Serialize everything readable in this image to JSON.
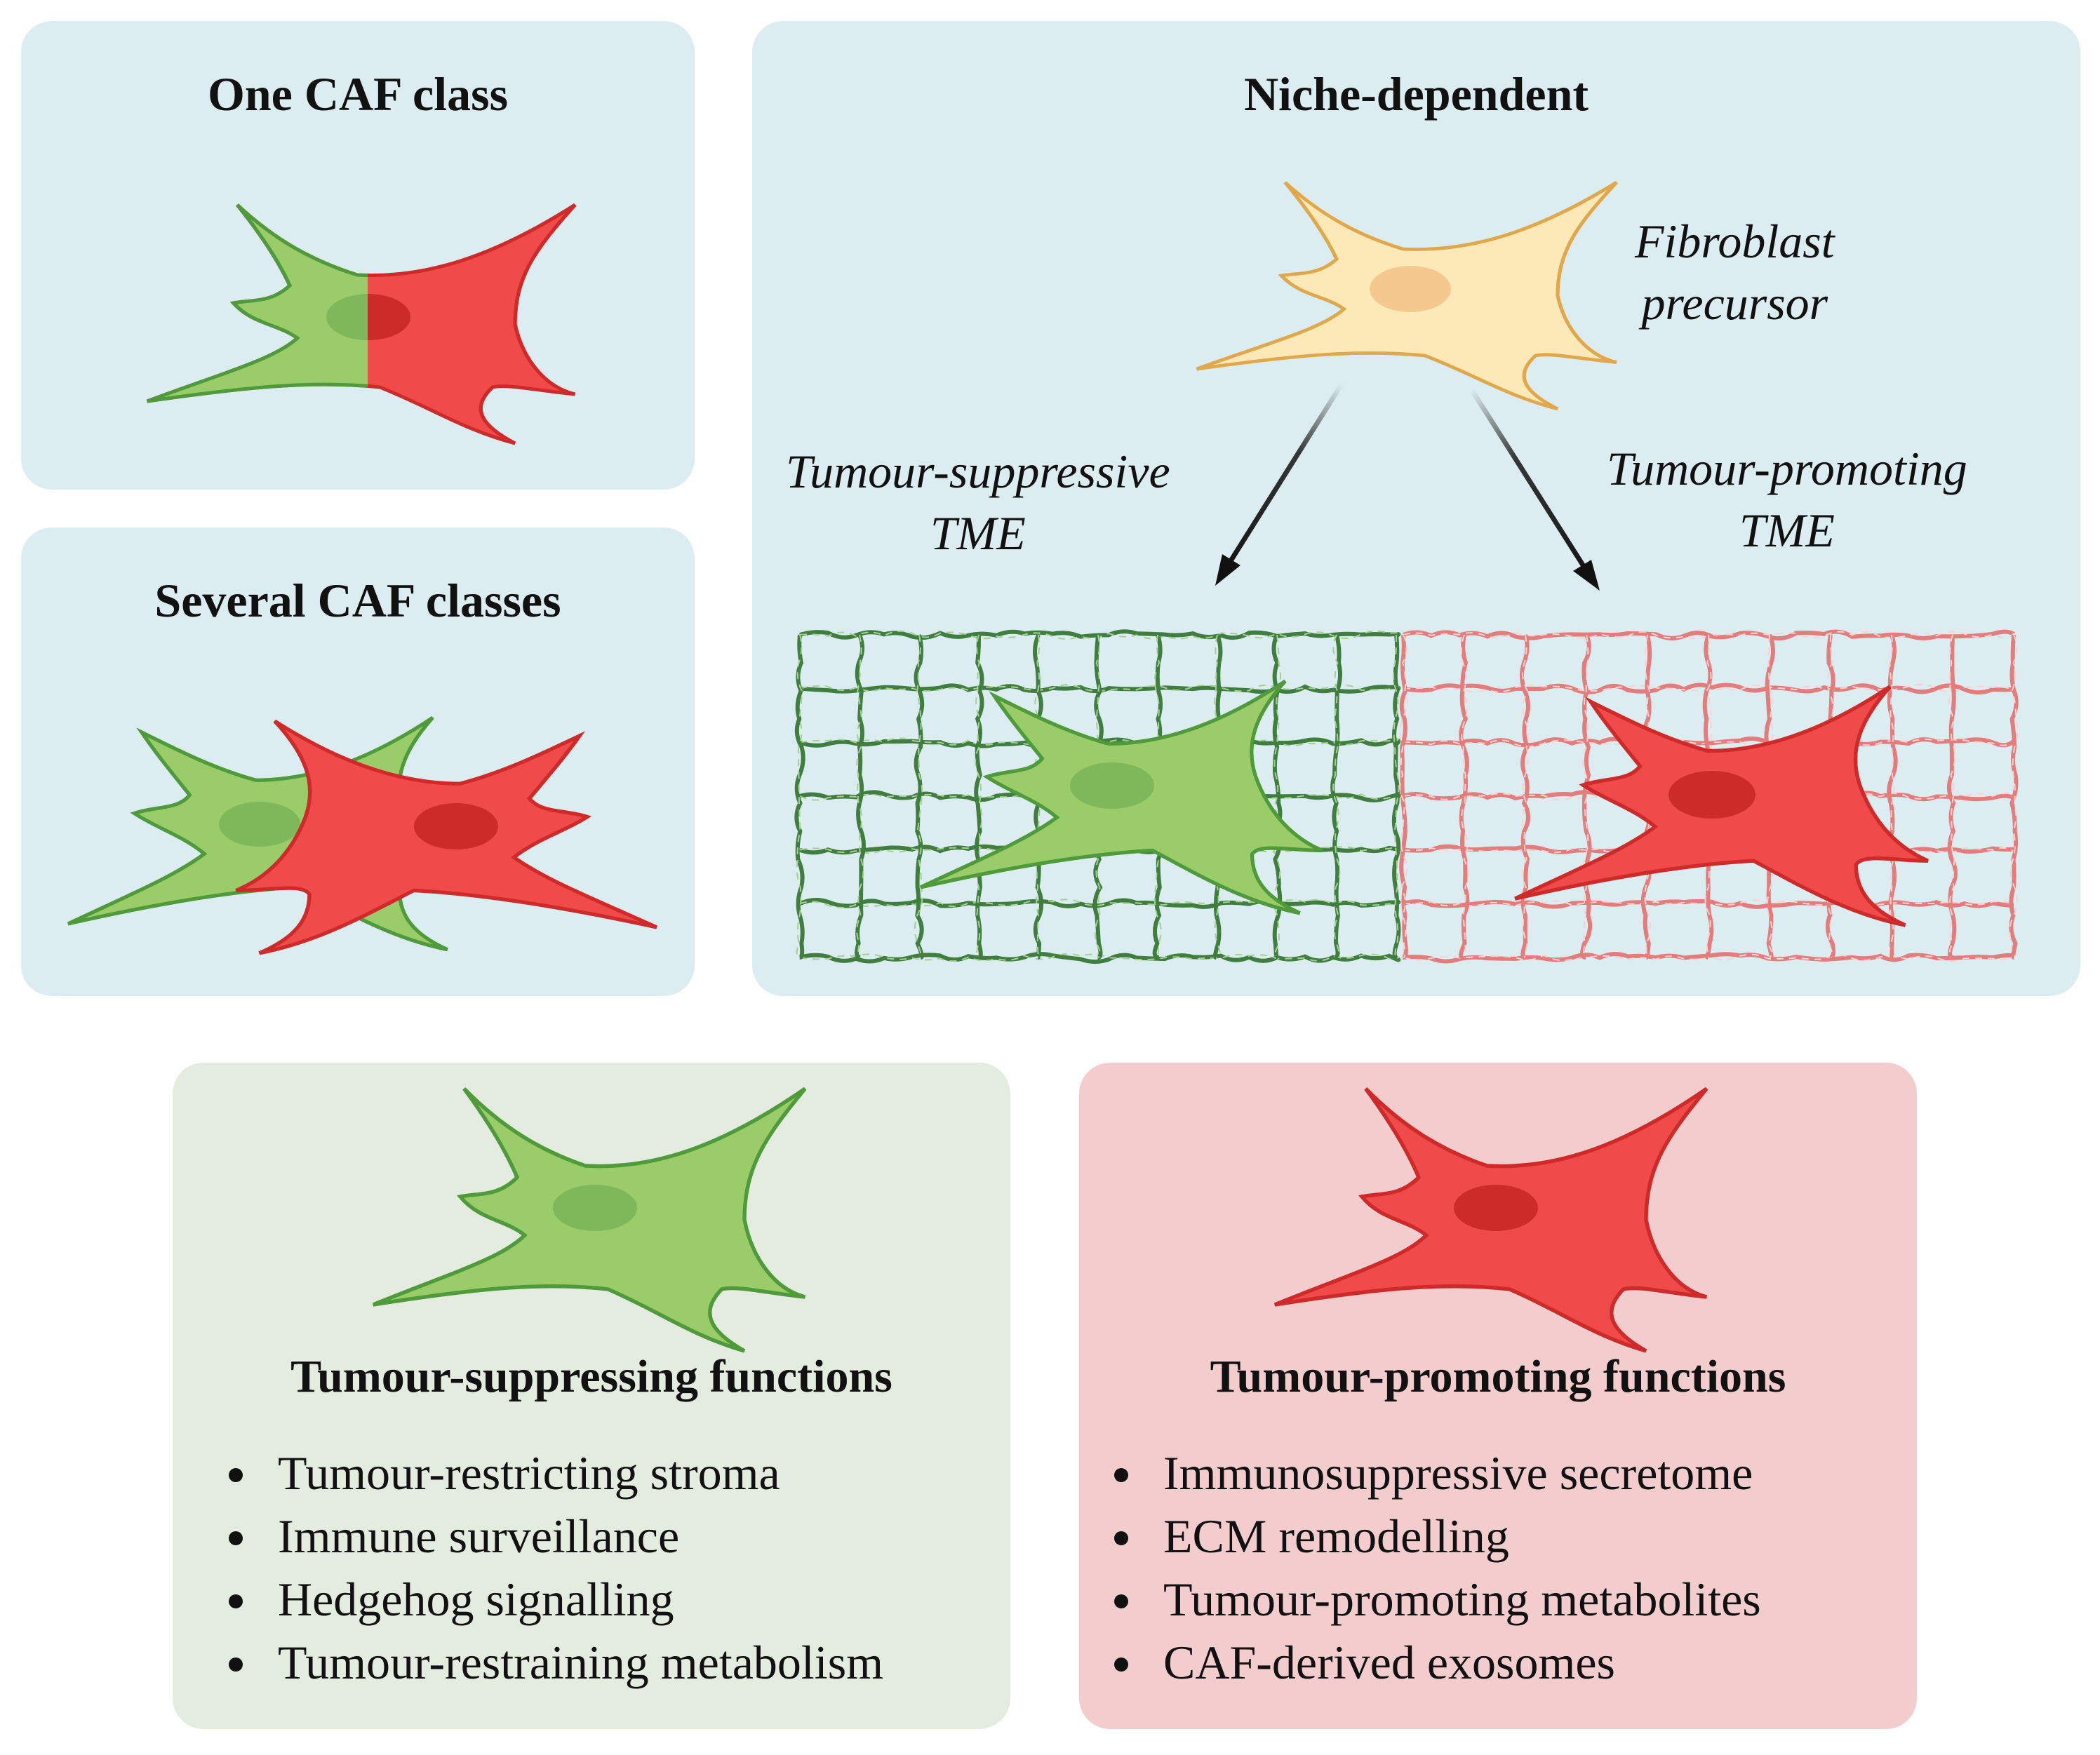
{
  "colors": {
    "panel_blue": "#dcedf2",
    "panel_green": "#e4ecdf",
    "panel_red": "#f3cdcd",
    "cell_green": "#9bcc6a",
    "cell_red": "#ef4b4b",
    "cell_precursor": "#fde9b8"
  },
  "panels": {
    "one_caf": {
      "title": "One CAF class"
    },
    "several_caf": {
      "title": "Several CAF classes"
    },
    "niche": {
      "title": "Niche-dependent",
      "precursor_label_line1": "Fibroblast",
      "precursor_label_line2": "precursor",
      "left_label_line1": "Tumour-suppressive",
      "left_label_line2": "TME",
      "right_label_line1": "Tumour-promoting",
      "right_label_line2": "TME"
    }
  },
  "suppressing": {
    "title": "Tumour-suppressing functions",
    "items": [
      "Tumour-restricting stroma",
      "Immune surveillance",
      "Hedgehog signalling",
      "Tumour-restraining metabolism"
    ]
  },
  "promoting": {
    "title": "Tumour-promoting functions",
    "items": [
      "Immunosuppressive secretome",
      "ECM remodelling",
      "Tumour-promoting metabolites",
      "CAF-derived exosomes"
    ]
  },
  "icons": [
    "fibroblast-cell-icon",
    "ecm-mesh-icon",
    "arrow-icon"
  ]
}
